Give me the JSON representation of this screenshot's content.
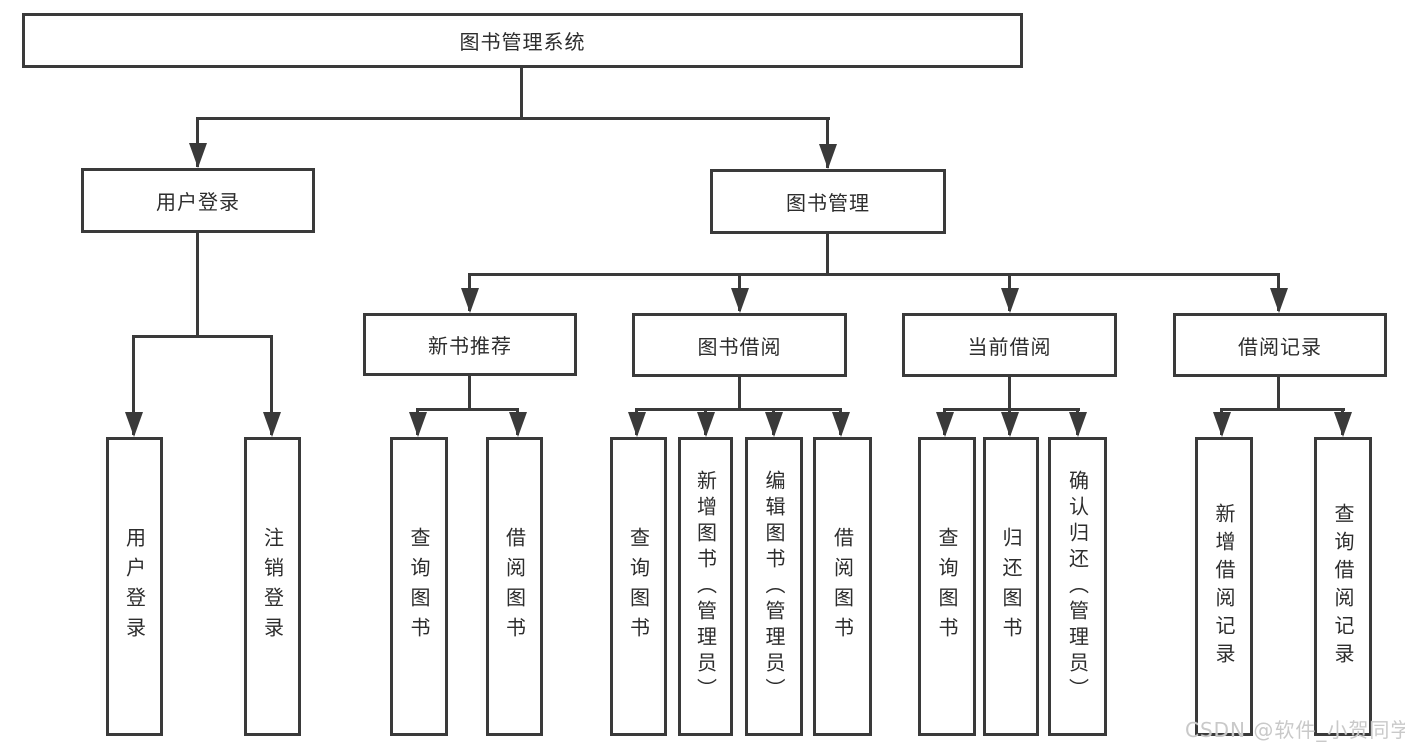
{
  "diagram": {
    "nodes": {
      "root": {
        "label": "图书管理系统"
      },
      "user_login": {
        "label": "用户登录"
      },
      "book_mgmt": {
        "label": "图书管理"
      },
      "new_book_rec": {
        "label": "新书推荐"
      },
      "book_borrow": {
        "label": "图书借阅"
      },
      "current_borrow": {
        "label": "当前借阅"
      },
      "borrow_record": {
        "label": "借阅记录"
      },
      "leaf_user_login": {
        "label": "用户登录"
      },
      "leaf_logout": {
        "label": "注销登录"
      },
      "leaf_query_book_1": {
        "label": "查询图书"
      },
      "leaf_borrow_book_1": {
        "label": "借阅图书"
      },
      "leaf_query_book_2": {
        "label": "查询图书"
      },
      "leaf_add_book": {
        "label": "新增图书（管理员）"
      },
      "leaf_edit_book": {
        "label": "编辑图书（管理员）"
      },
      "leaf_borrow_book_2": {
        "label": "借阅图书"
      },
      "leaf_query_book_3": {
        "label": "查询图书"
      },
      "leaf_return_book": {
        "label": "归还图书"
      },
      "leaf_confirm_return": {
        "label": "确认归还（管理员）"
      },
      "leaf_add_record": {
        "label": "新增借阅记录"
      },
      "leaf_query_record": {
        "label": "查询借阅记录"
      }
    },
    "watermark": "CSDN @软件_小贺同学",
    "colors": {
      "line": "#3a3a3a",
      "background": "#ffffff",
      "watermark": "#c9c9c9"
    }
  }
}
